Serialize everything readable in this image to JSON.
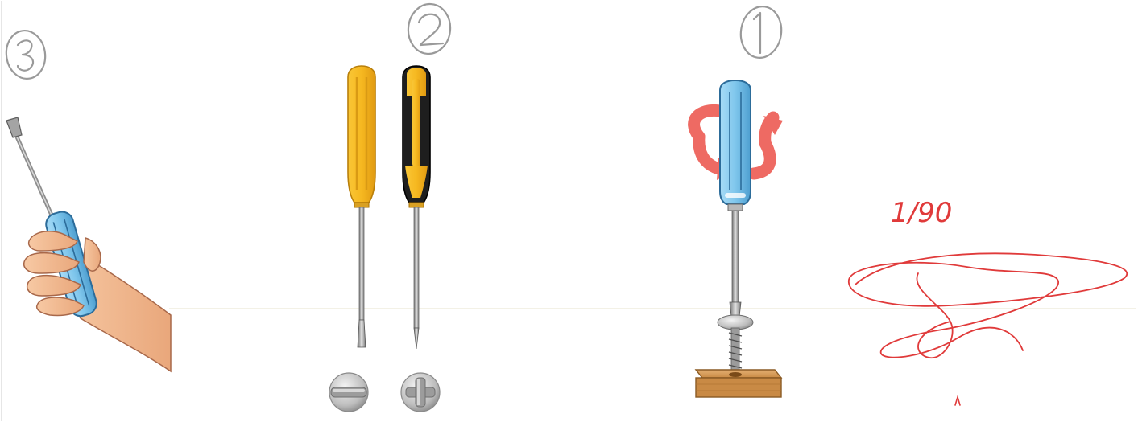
{
  "sheet": {
    "step_numbers": [
      "3",
      "2",
      "1"
    ],
    "handwritten_note": "1/90",
    "colors": {
      "yellow_handle": "#f6b820",
      "black_stripe": "#1e1e1e",
      "blue_handle": "#7fc6ec",
      "rotation_arrow": "#ee6a63",
      "wood_block": "#c98a45",
      "signature_ink": "#e03a3a",
      "pencil_gray": "#9a9a9a"
    },
    "icons": [
      "hand-holding-screwdriver-icon",
      "flathead-screwdriver-icon",
      "phillips-screwdriver-icon",
      "minus-slot-icon",
      "plus-slot-icon",
      "screwdriver-turning-screw-icon",
      "rotation-arrow-icon",
      "signature-scribble-icon"
    ]
  }
}
